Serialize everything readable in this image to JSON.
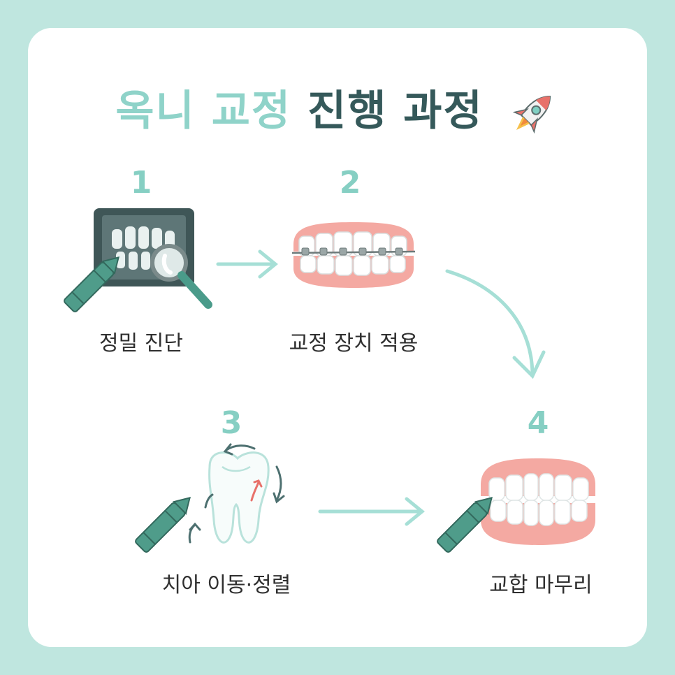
{
  "title": {
    "part1": "옥니 교정",
    "part2": "진행 과정"
  },
  "steps": [
    {
      "number": "1",
      "label": "정밀 진단"
    },
    {
      "number": "2",
      "label": "교정 장치 적용"
    },
    {
      "number": "3",
      "label": "치아 이동·정렬"
    },
    {
      "number": "4",
      "label": "교합 마무리"
    }
  ],
  "icons": {
    "title": "rocket-icon",
    "step1": "xray-magnifier-icon",
    "step2": "braces-teeth-icon",
    "step3": "tooth-movement-icon",
    "step4": "aligned-teeth-icon"
  },
  "colors": {
    "background": "#bfe6df",
    "accent_light": "#8fd3c9",
    "accent_dark": "#35595a",
    "gum": "#f4a9a2",
    "crayon": "#4f9c8a"
  }
}
